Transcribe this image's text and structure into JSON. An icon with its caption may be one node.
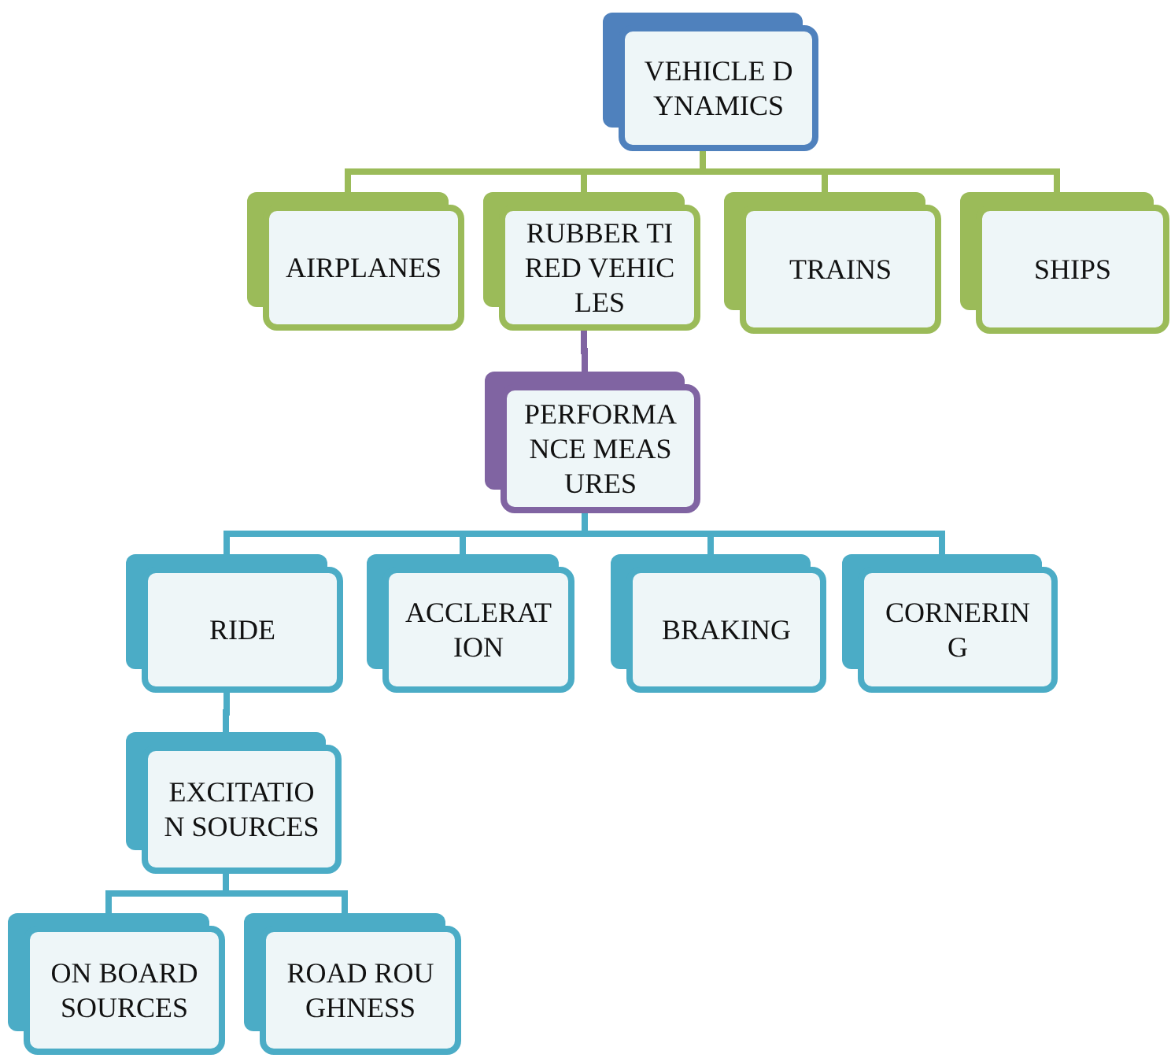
{
  "diagram": {
    "nodes": [
      {
        "text": [
          "VEHICLE DYNAMICS"
        ]
      },
      {
        "text": [
          "AIRPLANES"
        ]
      },
      {
        "text": [
          "RUBBER TIRED VEHICLES"
        ]
      },
      {
        "text": [
          "TRAINS"
        ]
      },
      {
        "text": [
          "SHIPS"
        ]
      },
      {
        "text": [
          "PERFORMANCE MEASURES"
        ]
      },
      {
        "text": [
          "RIDE"
        ]
      },
      {
        "text": [
          "ACCLERATION"
        ]
      },
      {
        "text": [
          "BRAKING"
        ]
      },
      {
        "text": [
          "CORNERING"
        ]
      },
      {
        "text": [
          "EXCITATION SOURCES"
        ]
      },
      {
        "text": [
          "ON BOARD SOURCES"
        ]
      },
      {
        "text": [
          "ROAD ROUGHNESS"
        ]
      }
    ],
    "edges": [
      {
        "from": 0,
        "to": 1,
        "arrow": "none",
        "color": "#9bbb59"
      },
      {
        "from": 0,
        "to": 2,
        "arrow": "none",
        "color": "#9bbb59"
      },
      {
        "from": 0,
        "to": 3,
        "arrow": "none",
        "color": "#9bbb59"
      },
      {
        "from": 0,
        "to": 4,
        "arrow": "none",
        "color": "#9bbb59"
      },
      {
        "from": 2,
        "to": 5,
        "arrow": "none",
        "color": "#8064a2"
      },
      {
        "from": 5,
        "to": 6,
        "arrow": "none"
      },
      {
        "from": 5,
        "to": 7,
        "arrow": "none"
      },
      {
        "from": 5,
        "to": 8,
        "arrow": "none"
      },
      {
        "from": 5,
        "to": 9,
        "arrow": "none"
      },
      {
        "from": 6,
        "to": 10,
        "arrow": "none"
      },
      {
        "from": 10,
        "to": 11,
        "arrow": "none"
      },
      {
        "from": 10,
        "to": 12,
        "arrow": "none"
      }
    ]
  }
}
